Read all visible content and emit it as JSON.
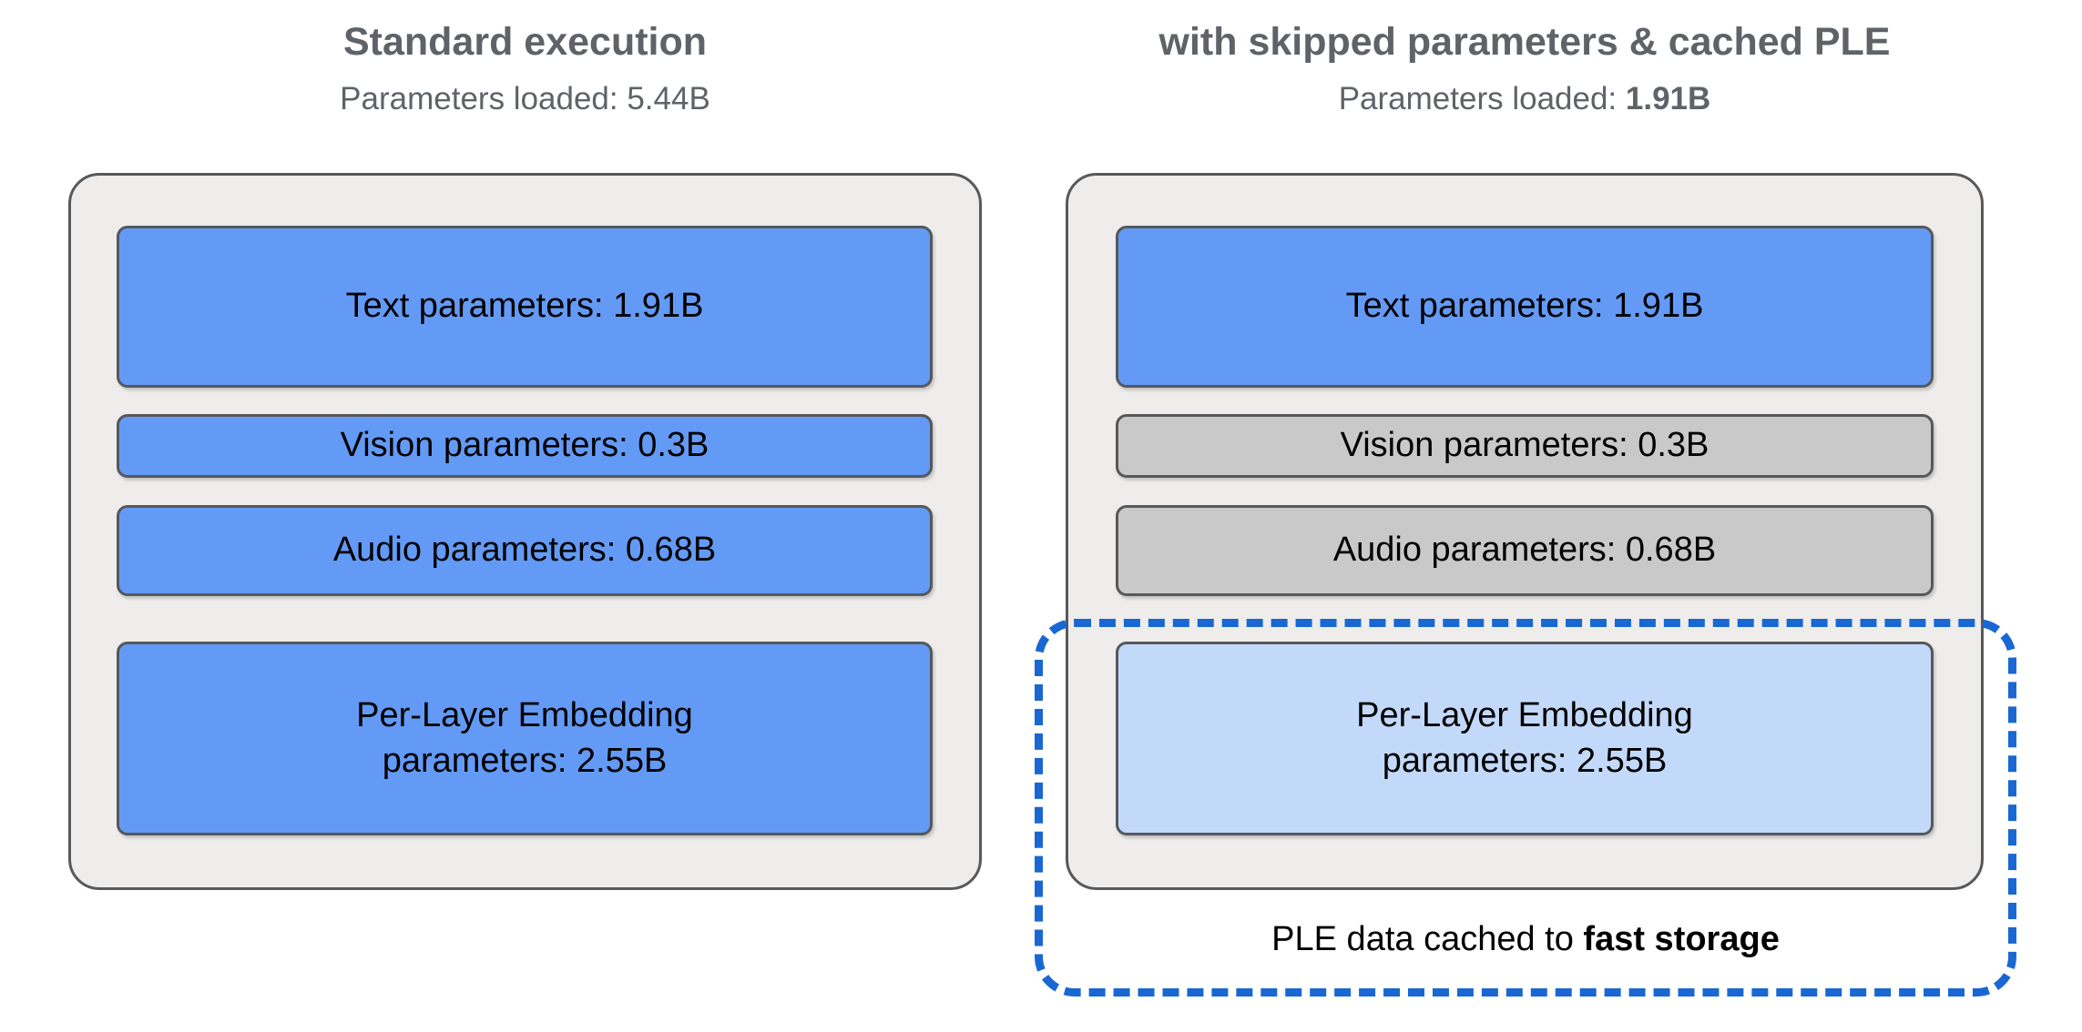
{
  "diagram": {
    "title_left": "Standard execution",
    "title_right": "with skipped parameters & cached PLE",
    "columns": [
      {
        "id": "standard",
        "title": "Standard execution",
        "subtitle_label": "Parameters loaded: ",
        "subtitle_value": "5.44B",
        "subtitle_value_bold": false,
        "boxes": [
          {
            "id": "text",
            "label": "Text parameters: 1.91B",
            "state": "loaded",
            "color": "#639af5"
          },
          {
            "id": "vision",
            "label": "Vision parameters: 0.3B",
            "state": "loaded",
            "color": "#639af5"
          },
          {
            "id": "audio",
            "label": "Audio parameters: 0.68B",
            "state": "loaded",
            "color": "#639af5"
          },
          {
            "id": "ple",
            "label": "Per-Layer Embedding\nparameters: 2.55B",
            "line1": "Per-Layer Embedding",
            "line2": "parameters: 2.55B",
            "state": "loaded",
            "color": "#639af5"
          }
        ]
      },
      {
        "id": "skipped",
        "title": "with skipped parameters & cached PLE",
        "subtitle_label": "Parameters loaded: ",
        "subtitle_value": "1.91B",
        "subtitle_value_bold": true,
        "boxes": [
          {
            "id": "text",
            "label": "Text parameters: 1.91B",
            "state": "loaded",
            "color": "#639af5"
          },
          {
            "id": "vision",
            "label": "Vision parameters: 0.3B",
            "state": "skipped",
            "color": "#c9c9c9"
          },
          {
            "id": "audio",
            "label": "Audio parameters: 0.68B",
            "state": "skipped",
            "color": "#c9c9c9"
          },
          {
            "id": "ple",
            "label": "Per-Layer Embedding\nparameters: 2.55B",
            "line1": "Per-Layer Embedding",
            "line2": "parameters: 2.55B",
            "state": "cached",
            "color": "#c3d9fa"
          }
        ]
      }
    ],
    "cache_callout": {
      "caption_prefix": "PLE data cached to ",
      "caption_emphasis": "fast storage",
      "border_color": "#1967d2",
      "border_style": "dashed"
    },
    "palette": {
      "loaded_blue": "#639af5",
      "skipped_gray": "#c9c9c9",
      "cached_light_blue": "#c3d9fa",
      "panel_background": "#eeedeb",
      "outline_gray": "#57595c",
      "title_gray": "#5f6368",
      "callout_blue": "#1967d2"
    }
  }
}
